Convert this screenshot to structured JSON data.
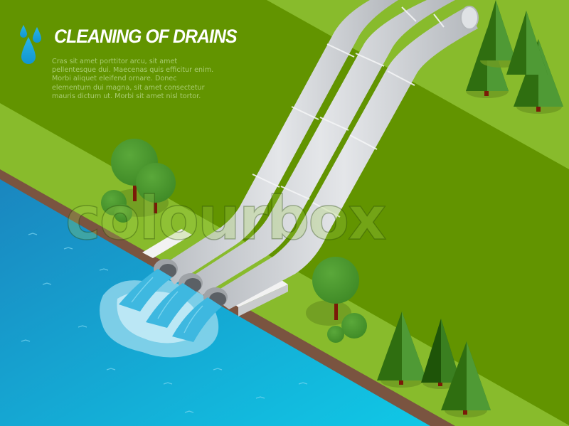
{
  "header": {
    "icon": "water-drops-icon",
    "title": "CLEANING OF DRAINS",
    "description": "Cras sit amet porttitor arcu, sit amet pellentesque dui. Maecenas quis efficitur enim. Morbi aliquet eleifend ornare. Donec elementum dui magna, sit amet consectetur mauris dictum ut. Morbi sit amet nisl tortor."
  },
  "watermark": {
    "text": "colourbox"
  },
  "illustration": {
    "subject": "isometric drain pipes discharging into water",
    "pipes_count": 3,
    "colors": {
      "dark_grass": "#629400",
      "light_grass": "#88bb2c",
      "bank_brown": "#7a5440",
      "water_dark": "#1c8ec4",
      "water_light": "#10c4e4",
      "pipe": "#cdd1d5",
      "tree_round": "#4c9a30",
      "pine_dark": "#2f6e10",
      "pine_light": "#4f9a35",
      "trunk": "#7a1a08",
      "drop": "#1ea8e0"
    }
  }
}
